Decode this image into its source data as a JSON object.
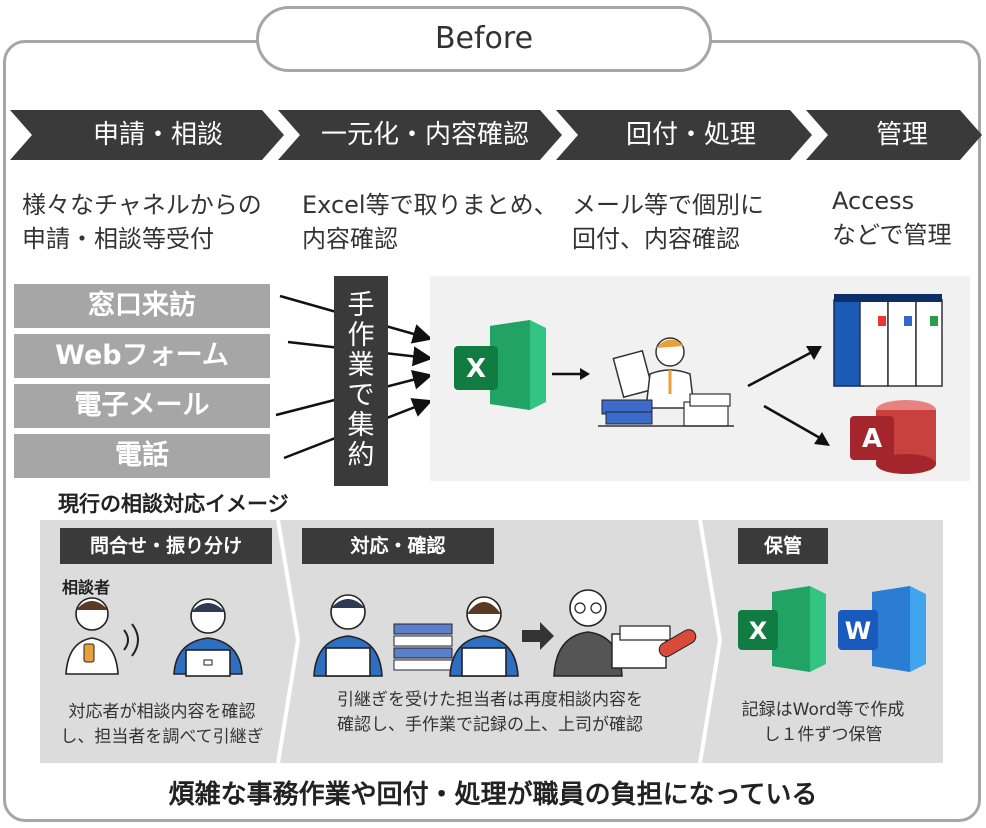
{
  "header": {
    "title": "Before"
  },
  "steps": [
    {
      "label": "申請・相談",
      "desc": "様々なチャネルからの\n申請・相談等受付"
    },
    {
      "label": "一元化・内容確認",
      "desc": "Excel等で取りまとめ、\n内容確認"
    },
    {
      "label": "回付・処理",
      "desc": "メール等で個別に\n回付、内容確認"
    },
    {
      "label": "管理",
      "desc": "Access\nなどで管理"
    }
  ],
  "channels": [
    "窓口来訪",
    "Webフォーム",
    "電子メール",
    "電話"
  ],
  "manual_label": [
    "手",
    "作",
    "業",
    "で",
    "集",
    "約"
  ],
  "icons": {
    "excel_letter": "X",
    "word_letter": "W",
    "access_letter": "A"
  },
  "section_title": "現行の相談対応イメージ",
  "stages": [
    {
      "badge": "問合せ・振り分け",
      "caption": "対応者が相談内容を確認\nし、担当者を調べて引継ぎ"
    },
    {
      "badge": "対応・確認",
      "caption": "引継ぎを受けた担当者は再度相談内容を\n確認し、手作業で記録の上、上司が確認"
    },
    {
      "badge": "保管",
      "caption": "記録はWord等で作成\nし１件ずつ保管"
    }
  ],
  "consultant_label": "相談者",
  "conclusion": "煩雑な事務作業や回付・処理が職員の負担になっている",
  "colors": {
    "dark": "#3a3a3a",
    "gray": "#a6a6a6",
    "excel": "#1e7145",
    "word": "#2b6fd6",
    "access": "#a4262c"
  }
}
